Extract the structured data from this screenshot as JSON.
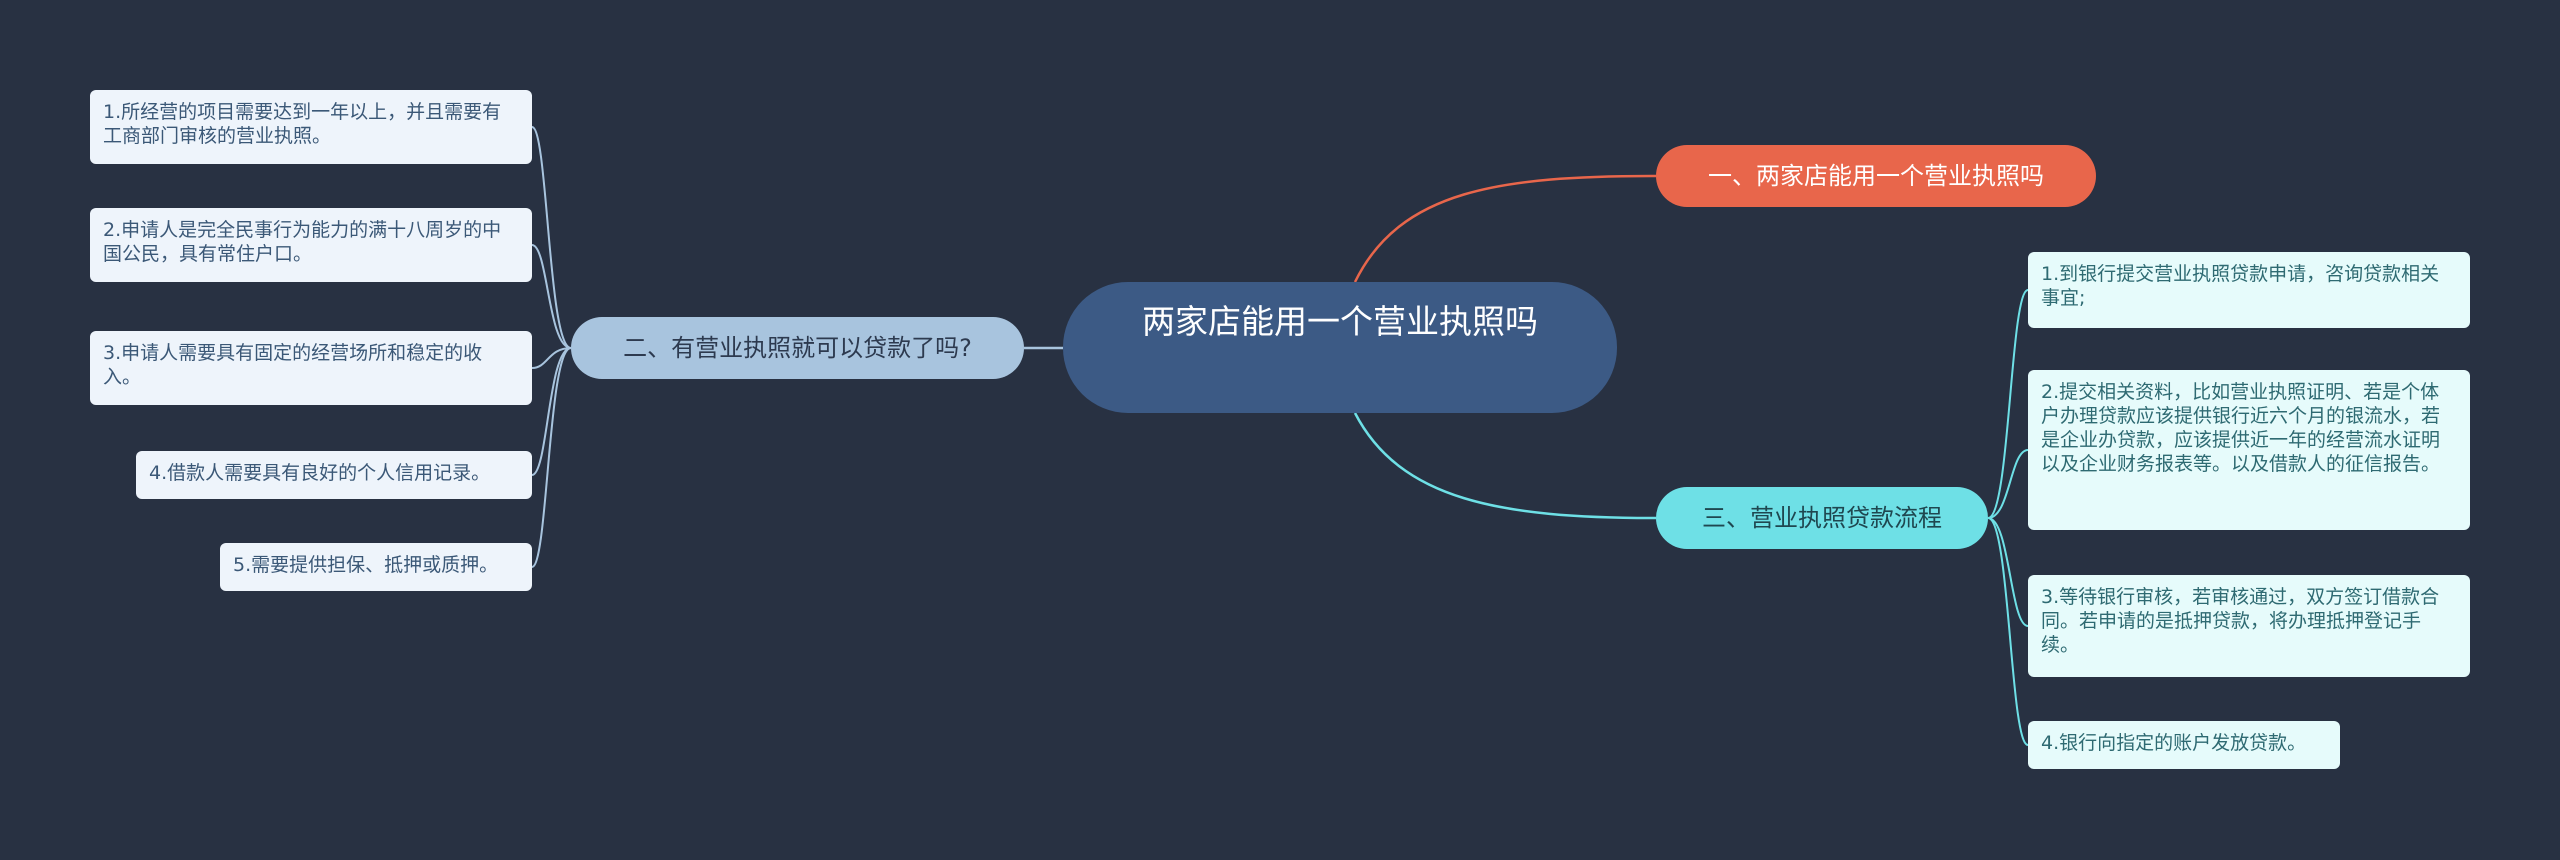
{
  "root": {
    "label": "两家店能用一个营业执照吗"
  },
  "branches": [
    {
      "label": "一、两家店能用一个营业执照吗",
      "color": "#e8664b"
    },
    {
      "label": "二、有营业执照就可以贷款了吗?",
      "color": "#a8c4de"
    },
    {
      "label": "三、营业执照贷款流程",
      "color": "#6ee0e6"
    }
  ],
  "left_items": [
    "1.所经营的项目需要达到一年以上，并且需要有工商部门审核的营业执照。",
    "2.申请人是完全民事行为能力的满十八周岁的中国公民，具有常住户口。",
    "3.申请人需要具有固定的经营场所和稳定的收入。",
    "4.借款人需要具有良好的个人信用记录。",
    "5.需要提供担保、抵押或质押。"
  ],
  "right_items": [
    "1.到银行提交营业执照贷款申请，咨询贷款相关事宜;",
    "2.提交相关资料，比如营业执照证明、若是个体户办理贷款应该提供银行近六个月的银流水，若是企业办贷款，应该提供近一年的经营流水证明以及企业财务报表等。以及借款人的征信报告。",
    "3.等待银行审核，若审核通过，双方签订借款合同。若申请的是抵押贷款，将办理抵押登记手续。",
    "4.银行向指定的账户发放贷款。"
  ]
}
